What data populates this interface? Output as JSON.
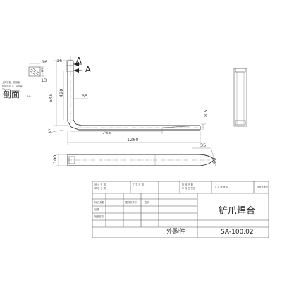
{
  "dimensions": {
    "d16": "16",
    "d5": "5",
    "d13": "13",
    "d420": "420",
    "d545": "545",
    "d35a": "35",
    "d765": "765",
    "d1260": "1260",
    "d8_5": "8.5",
    "d35b": "35",
    "d100": "100",
    "d60": "60",
    "d5b": "5"
  },
  "section_marks": {
    "arrow1": "A",
    "arrow2": "A"
  },
  "section_label": {
    "main": "剖面",
    "sub": "A-A"
  },
  "weld_note": {
    "line1": "上焊接板、双侧板",
    "line2": "焊接后加工，后测量",
    "line3": "T:bevel"
  },
  "title_block": {
    "name": "铲爪焊合",
    "code": "SA-100.02",
    "purchased": "外购件",
    "small_row1": [
      "年 月 日 签名",
      "工 艺 审 批 会",
      "标准化审查",
      "批准日期"
    ],
    "small_top": [
      "设 计 日 期",
      "审 核 日 期",
      "工 艺 日 期",
      "批 准 日 期"
    ],
    "small_mid": [
      "标记 处数",
      "更改文件号",
      "签字",
      "日期"
    ]
  }
}
